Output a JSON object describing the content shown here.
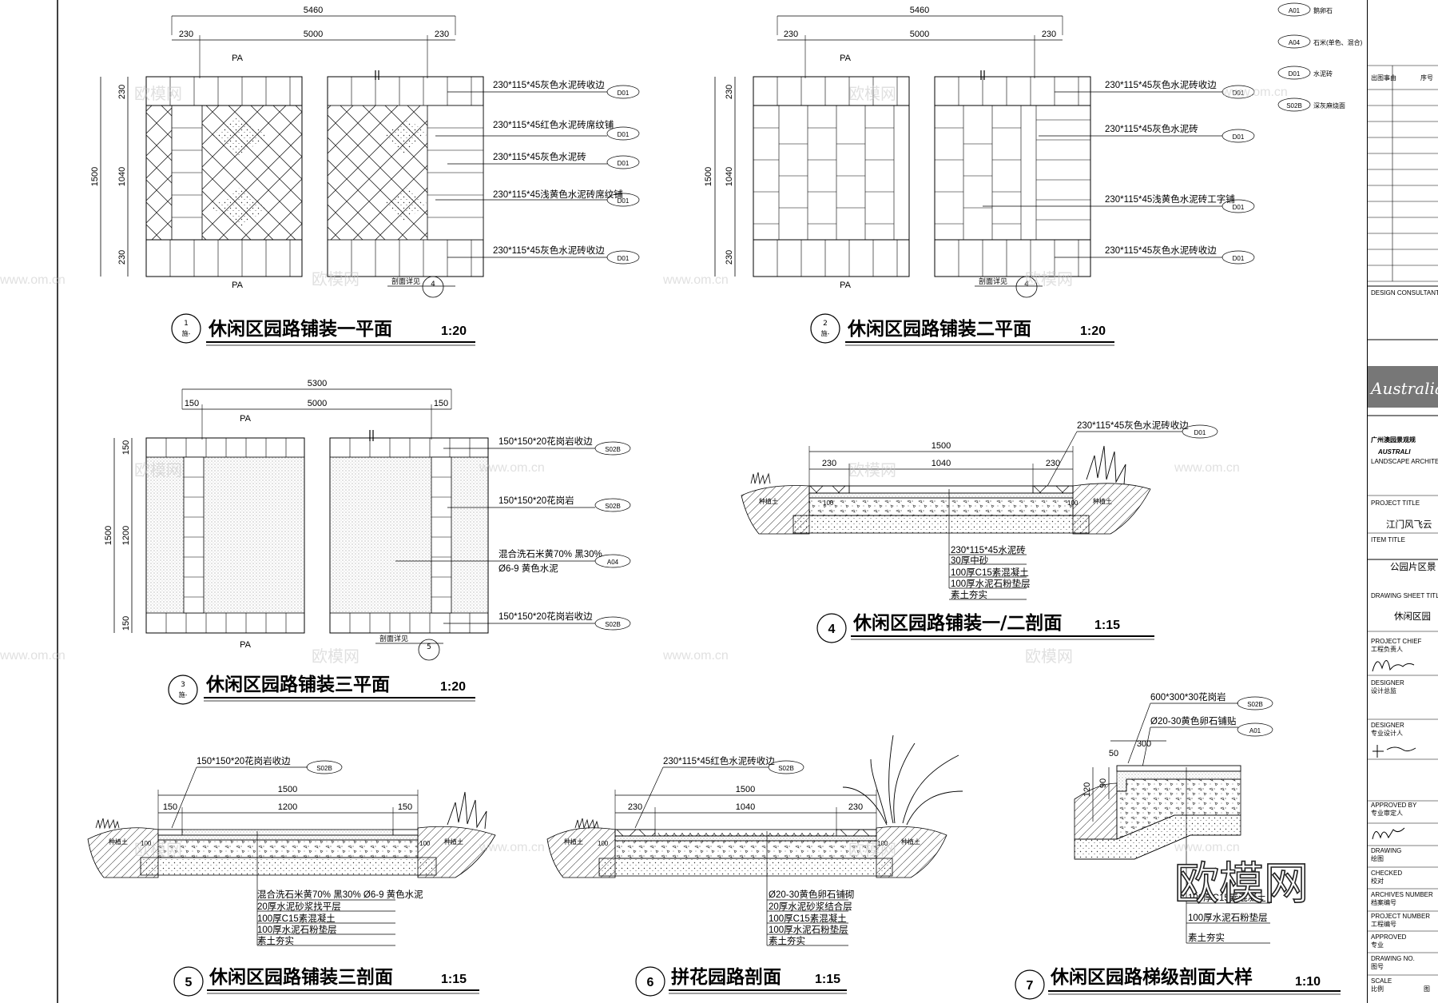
{
  "labels": {
    "pa": "PA",
    "section_ref": "剖面详见",
    "nat_soil": "种植土",
    "sheet_no": "施-",
    "t100": "100",
    "n4": "4",
    "n5": "5",
    "num1": "1",
    "num2": "2",
    "num3": "3",
    "num4": "4",
    "num5": "5",
    "num6": "6",
    "num7": "7"
  },
  "dims": {
    "d5460": "5460",
    "d5000": "5000",
    "d230": "230",
    "d1500": "1500",
    "d1040": "1040",
    "d5300": "5300",
    "d150": "150",
    "d1200": "1200",
    "d300": "300",
    "d50": "50",
    "d120": "120",
    "d90": "90"
  },
  "codes": {
    "d01": "D01",
    "a04": "A04",
    "s02b": "S02B",
    "a01": "A01"
  },
  "legend": [
    {
      "code": "A01",
      "text": "鹅卵石"
    },
    {
      "code": "A04",
      "text": "石米(单色、混合)"
    },
    {
      "code": "D01",
      "text": "水泥砖"
    },
    {
      "code": "S02B",
      "text": "深灰麻烧面"
    }
  ],
  "titles": {
    "t1": "休闲区园路铺装一平面",
    "t2": "休闲区园路铺装二平面",
    "t3": "休闲区园路铺装三平面",
    "t4": "休闲区园路铺装一/二剖面",
    "t5": "休闲区园路铺装三剖面",
    "t6": "拼花园路剖面",
    "t7": "休闲区园路梯级剖面大样",
    "s20": "1:20",
    "s15": "1:15",
    "s10": "1:10"
  },
  "notes": {
    "p1": [
      "230*115*45灰色水泥砖收边",
      "230*115*45红色水泥砖席纹铺",
      "230*115*45灰色水泥砖",
      "230*115*45浅黄色水泥砖席纹铺",
      "230*115*45灰色水泥砖收边"
    ],
    "p2": [
      "230*115*45灰色水泥砖收边",
      "230*115*45灰色水泥砖",
      "230*115*45浅黄色水泥砖工字铺",
      "230*115*45灰色水泥砖收边"
    ],
    "p3": [
      "150*150*20花岗岩收边",
      "150*150*20花岗岩",
      "混合洗石米黄70% 黑30%",
      "Ø6-9  黄色水泥",
      "150*150*20花岗岩收边"
    ],
    "s4": [
      "230*115*45灰色水泥砖收边",
      "230*115*45水泥砖",
      "30厚中砂",
      "100厚C15素混凝土",
      "100厚水泥石粉垫层",
      "素土夯实"
    ],
    "s5": [
      "150*150*20花岗岩收边",
      "混合洗石米黄70%  黑30%  Ø6-9  黄色水泥",
      "20厚水泥砂浆找平层",
      "100厚C15素混凝土",
      "100厚水泥石粉垫层",
      "素土夯实"
    ],
    "s6": [
      "230*115*45红色水泥砖收边",
      "Ø20-30黄色卵石铺砌",
      "20厚水泥砂浆结合层",
      "100厚C15素混凝土",
      "100厚水泥石粉垫层",
      "素土夯实"
    ],
    "s7": [
      "600*300*30花岗岩",
      "Ø20-30黄色卵石铺贴",
      "100厚C15素混凝土",
      "100厚水泥石粉垫层",
      "素土夯实"
    ]
  },
  "titleblock": {
    "col1": "出图事由",
    "col2": "序号",
    "design_consultant": "DESIGN CONSULTANT",
    "logo": "Australia",
    "company": "广州澳园景观规",
    "company_en": "AUSTRALI",
    "company_sub": "LANDSCAPE ARCHITECTURE &",
    "project_title": "PROJECT TITLE",
    "project_value": "江门风飞云",
    "item_title": "ITEM TITLE",
    "item_value": "公园片区景",
    "sheet_title": "DRAWING SHEET TITLE",
    "sheet_value": "休闲区园",
    "project_chief": "PROJECT CHIEF",
    "project_chief_cn": "工程负责人",
    "designer": "DESIGNER",
    "designer_cn": "设计总监",
    "designer2": "DESIGNER",
    "designer2_cn": "专业设计人",
    "approved_by": "APPROVED BY",
    "approved_by_cn": "专业审定人",
    "drawing": "DRAWING",
    "drawing_cn": "绘图",
    "checked": "CHECKED",
    "checked_cn": "校对",
    "archives": "ARCHIVES NUMBER",
    "archives_cn": "档案编号",
    "project_number": "PROJECT NUMBER",
    "project_number_cn": "工程编号",
    "approved": "APPROVED",
    "approved_cn": "专业",
    "drawing_no": "DRAWING NO.",
    "drawing_no_cn": "图号",
    "scale": "SCALE",
    "scale_cn": "比例",
    "scale_value": "图"
  },
  "watermark": {
    "cn": "欧模网",
    "url": "www.om.cn",
    "big": "欧模网"
  }
}
